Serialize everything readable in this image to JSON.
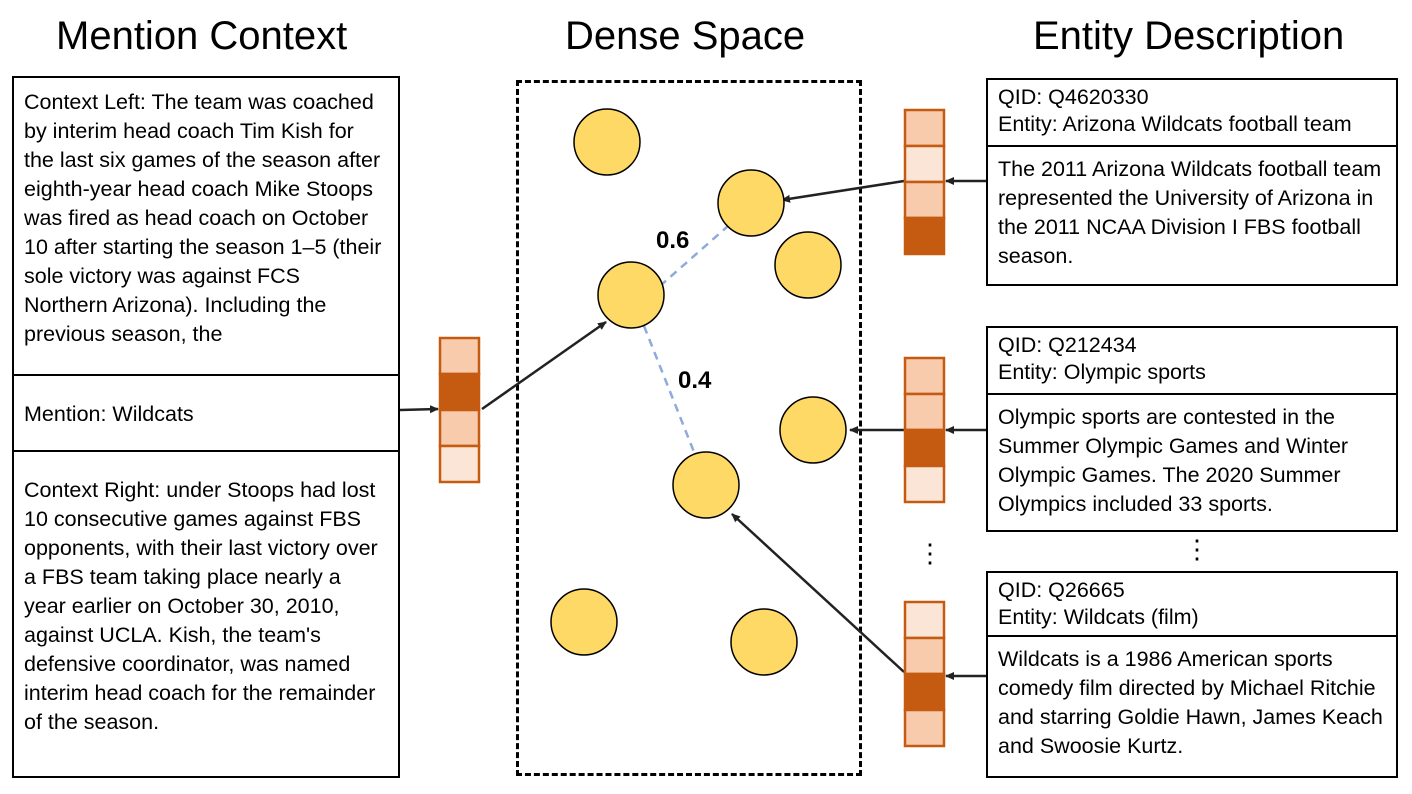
{
  "headings": {
    "mention_context": "Mention Context",
    "dense_space": "Dense Space",
    "entity_description": "Entity Description"
  },
  "mention": {
    "context_left": "Context Left: The team was coached by interim head coach Tim Kish for the last six games of the season after eighth-year head coach Mike Stoops was fired as head coach on October 10 after starting the season 1–5 (their sole victory was against FCS Northern Arizona). Including the previous season, the",
    "mention": "Mention: Wildcats",
    "context_right": "Context Right: under Stoops had lost 10 consecutive games against FBS opponents, with their last victory over a FBS team taking place nearly a year earlier on October 30, 2010, against UCLA. Kish, the team's defensive coordinator, was named interim head coach for the remainder of the season."
  },
  "entities": [
    {
      "qid": "QID: Q4620330",
      "entity": "Entity: Arizona Wildcats football team",
      "description": "The 2011 Arizona Wildcats football team represented the University of Arizona in the 2011 NCAA Division I FBS football season."
    },
    {
      "qid": "QID: Q212434",
      "entity": "Entity: Olympic sports",
      "description": "Olympic sports are contested in the Summer Olympic Games and Winter Olympic Games. The 2020 Summer Olympics included 33 sports."
    },
    {
      "qid": "QID: Q26665",
      "entity": "Entity: Wildcats (film)",
      "description": "Wildcats is a 1986 American sports comedy film directed by Michael Ritchie and starring Goldie Hawn, James Keach and Swoosie Kurtz."
    }
  ],
  "scores": {
    "top": "0.6",
    "bottom": "0.4"
  },
  "ellipsis": "⋮",
  "colors": {
    "node_fill": "#FFD966",
    "node_stroke": "#000000",
    "vector_dark": "#C55A11",
    "vector_mid": "#F8CBAD",
    "vector_light": "#FBE5D6",
    "vector_border": "#C55A11",
    "similarity_line": "#8FAADC"
  }
}
